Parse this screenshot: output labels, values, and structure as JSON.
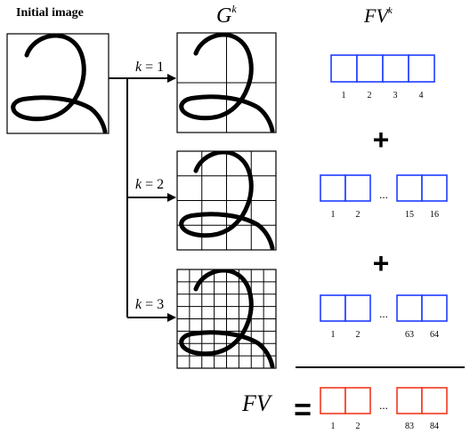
{
  "labels": {
    "initial_image": "Initial image",
    "grid_header_base": "G",
    "grid_header_sup": "k",
    "fv_header_base": "FV",
    "fv_header_sup": "k",
    "result_label": "FV",
    "equals": "=",
    "plus": "+",
    "ellipsis": "..."
  },
  "levels": [
    {
      "k_var": "k",
      "k_eq": " = ",
      "k_val": "1",
      "grid_cells": 2,
      "vector_cells": 4,
      "indices_full": [
        "1",
        "2",
        "3",
        "4"
      ]
    },
    {
      "k_var": "k",
      "k_eq": " = ",
      "k_val": "2",
      "grid_cells": 4,
      "vector_cells": 16,
      "first": [
        "1",
        "2"
      ],
      "last": [
        "15",
        "16"
      ]
    },
    {
      "k_var": "k",
      "k_eq": " = ",
      "k_val": "3",
      "grid_cells": 8,
      "vector_cells": 64,
      "first": [
        "1",
        "2"
      ],
      "last": [
        "63",
        "64"
      ]
    }
  ],
  "result": {
    "first": [
      "1",
      "2"
    ],
    "last": [
      "83",
      "84"
    ]
  },
  "colors": {
    "vector_blue": "#1f3cff",
    "vector_red": "#f0381f",
    "ink": "#000000"
  }
}
